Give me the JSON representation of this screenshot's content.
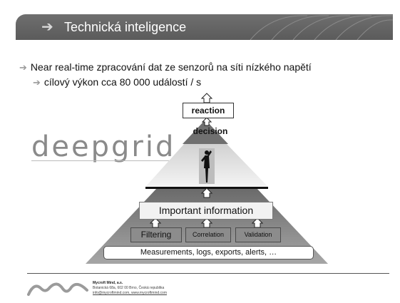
{
  "slide": {
    "title": "Technická inteligence",
    "bullets": [
      "Near real-time zpracování dat ze senzorů na síti nízkého napětí",
      "cílový výkon cca 80 000 událostí / s"
    ]
  },
  "logo": {
    "text": "deepgrid"
  },
  "diagram": {
    "reaction": "reaction",
    "decision": "decision",
    "important": "Important information",
    "filtering": "Filtering",
    "correlation": "Correlation",
    "validation": "Validation",
    "measurements": "Measurements, logs, exports, alerts, …"
  },
  "footer": {
    "company": "Mycroft Mind, a.s.",
    "address": "Botanická 68a, 602 00 Brno, Česká republika",
    "contact": "info@mycroftmind.com, www.mycroftmind.com"
  },
  "icons": {
    "title_bullet": "arrow-right-icon",
    "bullet": "arrow-right-icon",
    "figure": "thinking-person-icon"
  },
  "colors": {
    "title_bar": "#626262",
    "pyramid_dark": "#7d7d7d",
    "pyramid_light": "#e6e6e6",
    "filter_boxes": "#8c8c8c"
  }
}
